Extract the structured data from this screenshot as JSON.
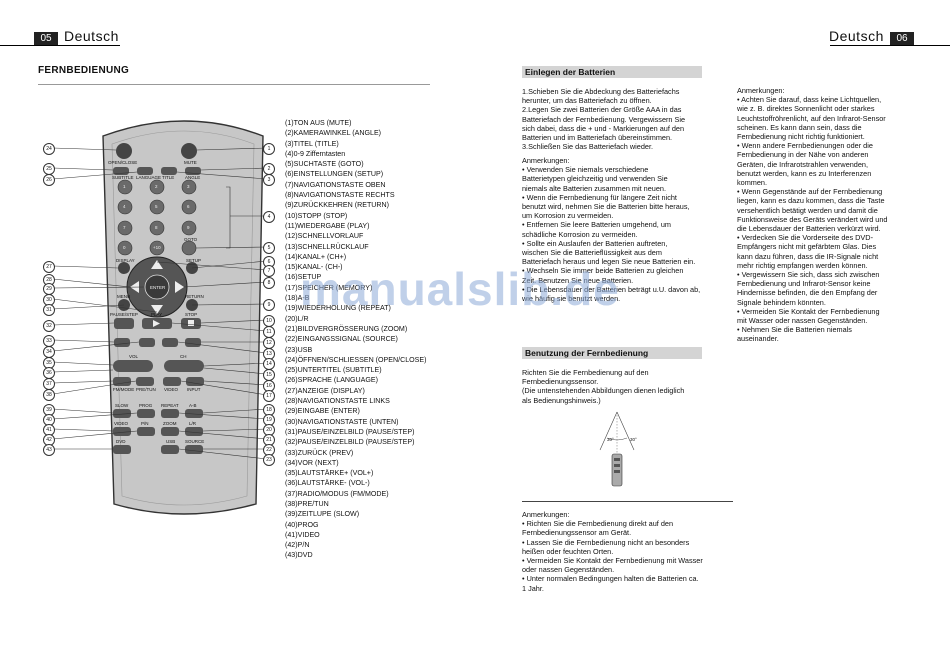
{
  "left_page": {
    "page_number": "05",
    "header_title": "Deutsch",
    "section_title": "FERNBEDIENUNG",
    "remote_labels": {
      "open_close": "OPEN/CLOSE",
      "mute": "MUTE",
      "subtitle": "SUBTITLE",
      "language": "LANGUAGE",
      "title": "TITLE",
      "angle": "ANGLE",
      "goto": "GOTO",
      "display": "DISPLAY",
      "setup": "SETUP",
      "enter": "ENTER",
      "menu": "MENU",
      "return": "RETURN",
      "pause_step": "PAUSE/STEP",
      "play": "PLAY",
      "stop": "STOP",
      "vol": "VOL",
      "ch": "CH",
      "fm_mode": "FM/MODE",
      "pre_tun": "PRE/TUN",
      "video": "VIDEO",
      "input": "INPUT",
      "slow": "SLOW",
      "prog": "PROG",
      "repeat": "REPEAT",
      "ab": "A-B",
      "p_n": "P/N",
      "zoom": "ZOOM",
      "l_r": "L/R",
      "dvd": "DVD",
      "usb": "USB",
      "source": "SOURCE",
      "num_10": "+10",
      "digits": [
        "1",
        "2",
        "3",
        "4",
        "5",
        "6",
        "7",
        "8",
        "9",
        "0"
      ]
    },
    "callouts": [
      "24",
      "1",
      "25",
      "2",
      "26",
      "3",
      "4",
      "5",
      "27",
      "6",
      "7",
      "28",
      "8",
      "29",
      "30",
      "9",
      "31",
      "32",
      "10",
      "33",
      "11",
      "34",
      "12",
      "13",
      "35",
      "14",
      "36",
      "15",
      "37",
      "16",
      "38",
      "17",
      "39",
      "18",
      "40",
      "19",
      "41",
      "20",
      "42",
      "21",
      "43",
      "22",
      "23"
    ],
    "legend": [
      "(1)TON AUS (MUTE)",
      "(2)KAMERAWINKEL (ANGLE)",
      "(3)TITEL (TITLE)",
      "(4)0-9 Zifferntasten",
      "(5)SUCHTASTE (GOTO)",
      "(6)EINSTELLUNGEN (SETUP)",
      "(7)NAVIGATIONSTASTE OBEN",
      "(8)NAVIGATIONSTASTE RECHTS",
      "(9)ZURÜCKKEHREN (RETURN)",
      "(10)STOPP (STOP)",
      "(11)WIEDERGABE (PLAY)",
      "(12)SCHNELLVORLAUF",
      "(13)SCHNELLRÜCKLAUF",
      "(14)KANAL+ (CH+)",
      "(15)KANAL- (CH-)",
      "(16)SETUP",
      "(17)SPEICHER (MEMORY)",
      "(18)A-B",
      "(19)WIEDERHOLUNG (REPEAT)",
      "(20)L/R",
      "(21)BILDVERGRÖSSERUNG (ZOOM)",
      "(22)EINGANGSSIGNAL (SOURCE)",
      "(23)USB",
      "(24)ÖFFNEN/SCHLIESSEN (OPEN/CLOSE)",
      "(25)UNTERTITEL (SUBTITLE)",
      "(26)SPRACHE (LANGUAGE)",
      "(27)ANZEIGE (DISPLAY)",
      "(28)NAVIGATIONSTASTE LINKS",
      "(29)EINGABE (ENTER)",
      "(30)NAVIGATIONSTASTE (UNTEN)",
      "(31)PAUSE/EINZELBILD (PAUSE/STEP)",
      "(32)PAUSE/EINZELBILD (PAUSE/STEP)",
      "(33)ZURÜCK (PREV)",
      "(34)VOR (NEXT)",
      "(35)LAUTSTÄRKE+ (VOL+)",
      "(36)LAUTSTÄRKE- (VOL-)",
      "(37)RADIO/MODUS (FM/MODE)",
      "(38)PRE/TUN",
      "(39)ZEITLUPE (SLOW)",
      "(40)PROG",
      "(41)VIDEO",
      "(42)P/N",
      "(43)DVD"
    ]
  },
  "right_page": {
    "page_number": "06",
    "header_title": "Deutsch",
    "battery_section": {
      "heading": "Einlegen der Batterien",
      "body": "1.Schieben Sie die Abdeckung des Batteriefachs\nherunter, um das Batteriefach zu öffnen.\n2.Legen Sie zwei Batterien der Größe AAA in das\nBatteriefach der Fernbedienung. Vergewissern Sie\nsich dabei, dass die + und - Markierungen auf den\nBatterien und im Batteriefach übereinstimmen.\n3.Schließen Sie das Batteriefach wieder.",
      "notes": "Anmerkungen:\n• Verwenden Sie niemals verschiedene\nBatterietypen gleichzeitig und verwenden Sie\nniemals alte Batterien zusammen mit neuen.\n• Wenn die Fernbedienung für längere Zeit nicht\nbenutzt wird, nehmen Sie die Batterien bitte heraus,\num Korrosion zu vermeiden.\n• Entfernen Sie leere Batterien umgehend, um\nschädliche Korrosion zu vermeiden.\n• Sollte ein Auslaufen der Batterien auftreten,\nwischen Sie die Batterieflüssigkeit aus dem\nBatteriefach heraus und legen Sie neue Batterien ein.\n• Wechseln Sie immer beide Batterien zu gleichen\nZeit. Benutzen Sie neue Batterien.\n• Die Lebensdauer der Batterien beträgt u.U. davon ab,\nwie häufig sie benutzt werden."
    },
    "usage_section": {
      "heading": "Benutzung der Fernbedienung",
      "body": "Richten Sie die Fernbedienung auf den\nFernbedienungssensor.\n(Die untenstehenden Abbildungen dienen lediglich\nals Bedienungshinweis.)",
      "angle_left": "30°",
      "angle_right": "30°",
      "notes": "Anmerkungen:\n• Richten Sie die Fernbedienung direkt auf den\nFernbedienungssensor am Gerät.\n• Lassen Sie die Fernbedienung nicht an besonders\nheißen oder feuchten Orten.\n• Vermeiden Sie Kontakt der Fernbedienung mit Wasser\noder nassen Gegenständen.\n• Unter normalen Bedingungen halten die Batterien ca.\n1 Jahr."
    },
    "right_column_notes": "Anmerkungen:\n• Achten Sie darauf, dass keine Lichtquellen,\nwie z. B. direktes Sonnenlicht oder starkes\nLeuchtstoffröhrenlicht, auf den Infrarot-Sensor\nscheinen. Es kann dann sein, dass die\nFernbedienung nicht richtig funktioniert.\n• Wenn andere Fernbedienungen oder die\nFernbedienung in der Nähe von anderen\nGeräten, die Infrarotstrahlen verwenden,\nbenutzt werden, kann es zu Interferenzen\nkommen.\n• Wenn Gegenstände auf der Fernbedienung\nliegen, kann es dazu kommen, dass die Taste\nversehentlich betätigt werden und damit die\nFunktionsweise des Geräts verändert wird und\ndie Lebensdauer der Batterien verkürzt wird.\n• Verdecken Sie die Vorderseite des DVD-\nEmpfängers nicht mit gefärbtem Glas. Dies\nkann dazu führen, dass die IR-Signale nicht\nmehr richtig empfangen werden können.\n• Vergewissern Sie sich, dass sich zwischen\nFernbedienung und Infrarot-Sensor keine\nHindernisse befinden, die den Empfang der\nSignale behindern könnten.\n• Vermeiden Sie Kontakt der Fernbedienung\nmit Wasser oder nassen Gegenständen.\n• Nehmen Sie die Batterien niemals\nauseinander."
  },
  "watermark": "manualslib.de"
}
